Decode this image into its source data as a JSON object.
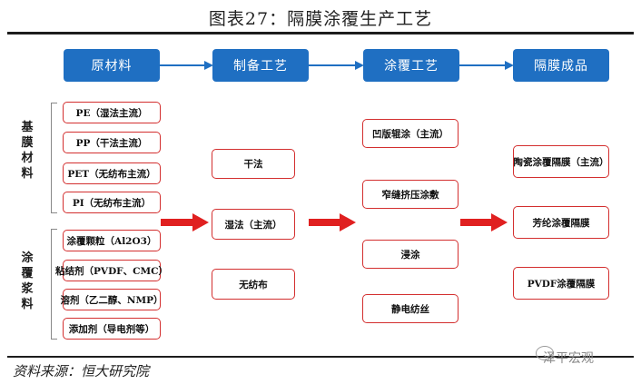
{
  "title": "图表27：隔膜涂覆生产工艺",
  "stages": [
    "原材料",
    "制备工艺",
    "涂覆工艺",
    "隔膜成品"
  ],
  "groups": [
    {
      "label": "基膜材料",
      "items": [
        "PE（湿法主流）",
        "PP（干法主流）",
        "PET（无纺布主流）",
        "PI（无纺布主流）"
      ]
    },
    {
      "label": "涂覆浆料",
      "items": [
        "涂覆颗粒（Al2O3）",
        "粘结剂（PVDF、CMC）",
        "溶剂（乙二醇、NMP）",
        "添加剂（导电剂等）"
      ]
    }
  ],
  "prep_methods": [
    "干法",
    "湿法（主流）",
    "无纺布"
  ],
  "coating_methods": [
    "凹版辊涂（主流）",
    "窄缝挤压涂敷",
    "浸涂",
    "静电纺丝"
  ],
  "products": [
    "陶瓷涂覆隔膜（主流）",
    "芳纶涂覆隔膜",
    "PVDF涂覆隔膜"
  ],
  "source": "资料来源：恒大研究院",
  "watermark": "泽平宏观",
  "colors": {
    "stage_fill": "#1f6fc2",
    "box_border": "#d32f2f",
    "red_arrow": "#e02020",
    "blue_arrow": "#1f6fc2"
  }
}
